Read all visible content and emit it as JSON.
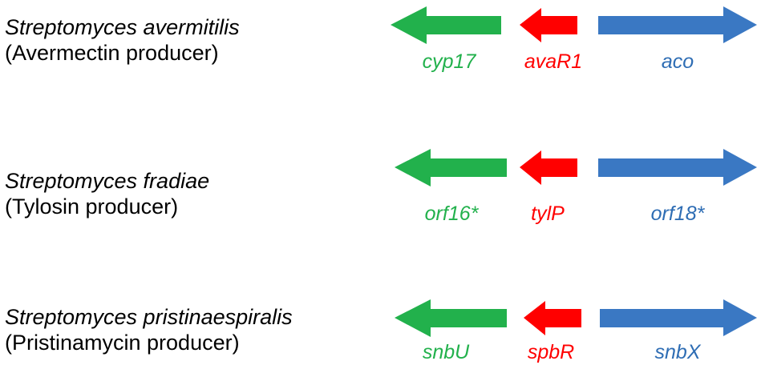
{
  "colors": {
    "green": "#22b14c",
    "red": "#ff0000",
    "blue": "#3a78c3",
    "label_green": "#22b14c",
    "label_red": "#ff0000",
    "label_blue": "#2e6db4"
  },
  "rows": [
    {
      "organism": "Streptomyces avermitilis",
      "product": "(Avermectin producer)",
      "genes": [
        {
          "label": "cyp17",
          "color": "green",
          "direction": "left"
        },
        {
          "label": "avaR1",
          "color": "red",
          "direction": "left"
        },
        {
          "label": "aco",
          "color": "blue",
          "direction": "right"
        }
      ]
    },
    {
      "organism": "Streptomyces fradiae",
      "product": "(Tylosin producer)",
      "genes": [
        {
          "label": "orf16*",
          "color": "green",
          "direction": "left"
        },
        {
          "label": "tylP",
          "color": "red",
          "direction": "left"
        },
        {
          "label": "orf18*",
          "color": "blue",
          "direction": "right"
        }
      ]
    },
    {
      "organism": "Streptomyces pristinaespiralis",
      "product": "(Pristinamycin producer)",
      "genes": [
        {
          "label": "snbU",
          "color": "green",
          "direction": "left"
        },
        {
          "label": "spbR",
          "color": "red",
          "direction": "left"
        },
        {
          "label": "snbX",
          "color": "blue",
          "direction": "right"
        }
      ]
    }
  ]
}
